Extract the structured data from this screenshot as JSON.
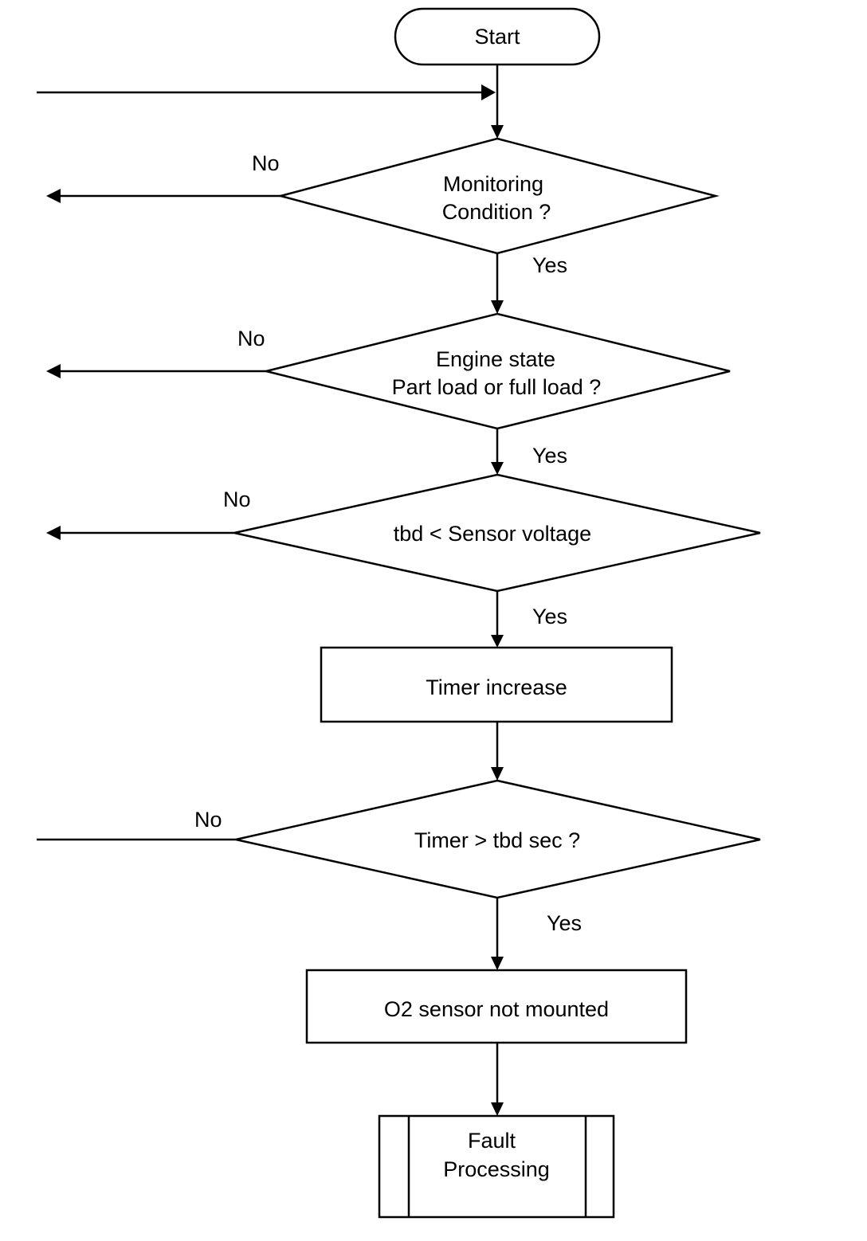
{
  "flowchart": {
    "start": "Start",
    "decision_monitoring": [
      "Monitoring",
      "Condition ?"
    ],
    "decision_engine_state": [
      "Engine state",
      "Part load or full load ?"
    ],
    "decision_sensor_voltage": "tbd < Sensor voltage",
    "process_timer_increase": "Timer increase",
    "decision_timer": "Timer > tbd sec ?",
    "process_o2_not_mounted": "O2 sensor not mounted",
    "subprocess_fault": [
      "Fault",
      "Processing"
    ],
    "label_yes": "Yes",
    "label_no": "No"
  }
}
